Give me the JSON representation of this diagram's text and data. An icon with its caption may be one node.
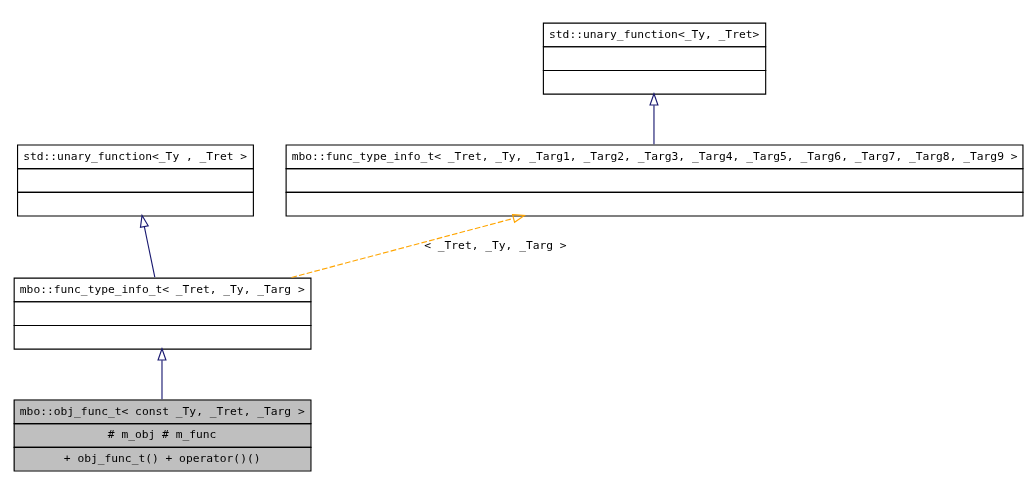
{
  "diagram": {
    "nodes": [
      {
        "text": [
          "std::unary_function<_Ty, _Tret>"
        ]
      },
      {
        "text": [
          "std::unary_function<_Ty , _Tret >"
        ]
      },
      {
        "text": [
          "mbo::func_type_info_t< _Tret, _Ty, _Targ1, _Targ2, _Targ3, _Targ4, _Targ5, _Targ6, _Targ7, _Targ8, _Targ9 >"
        ]
      },
      {
        "text": [
          "mbo::func_type_info_t< _Tret, _Ty, _Targ >"
        ]
      },
      {
        "text": [
          "mbo::obj_func_t< const _Ty, _Tret, _Targ >",
          "# m_obj # m_func",
          "+ obj_func_t() + operator()()"
        ]
      }
    ],
    "edges": [
      {
        "from": 2,
        "to": 0,
        "arrow": "to"
      },
      {
        "from": 3,
        "to": 1,
        "arrow": "to"
      },
      {
        "from": 3,
        "to": 2,
        "arrow": "to",
        "label": "< _Tret, _Ty, _Targ >",
        "style": "dashed",
        "color": "#ffa500"
      },
      {
        "from": 4,
        "to": 3,
        "arrow": "to"
      }
    ]
  }
}
